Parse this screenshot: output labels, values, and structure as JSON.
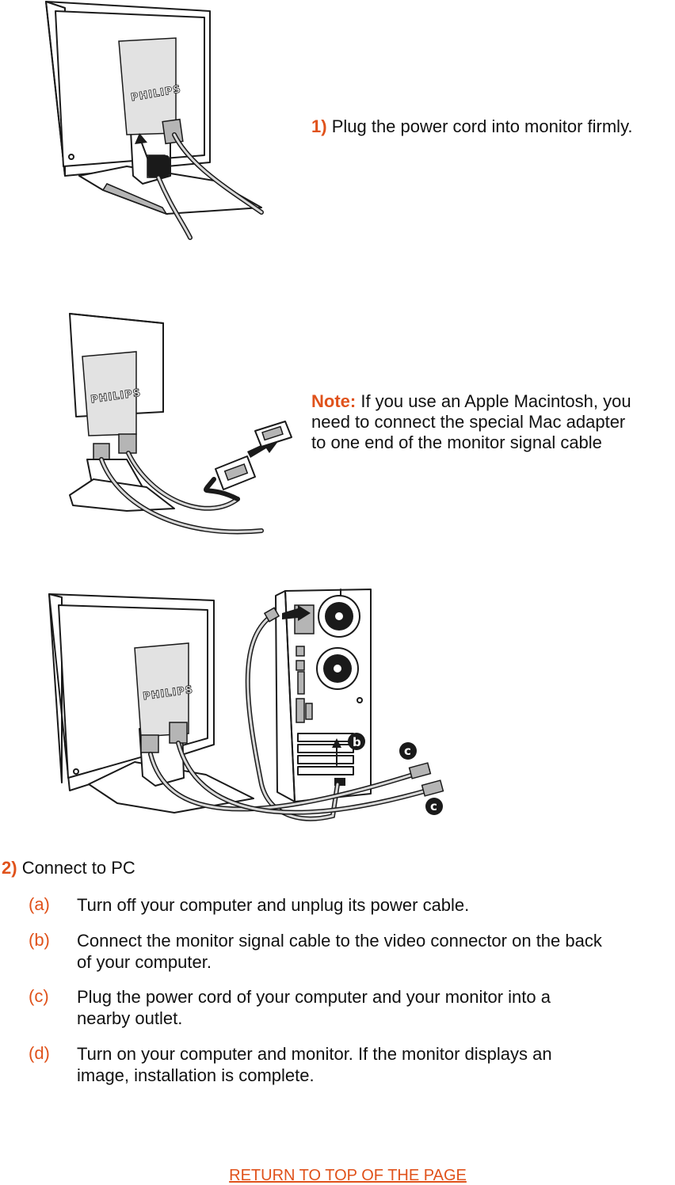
{
  "step1": {
    "number": "1)",
    "text": "Plug the power cord into monitor firmly.",
    "illustration_logo": "PHILIPS"
  },
  "note": {
    "label": "Note:",
    "text_line1": "If you use an Apple Macintosh, you",
    "text_line2": "need to connect the special Mac adapter",
    "text_line3": "to one end of the monitor signal cable",
    "illustration_logo": "PHILIPS"
  },
  "diagram3": {
    "illustration_logo": "PHILIPS",
    "callout_b": "b",
    "callout_c_top": "c",
    "callout_c_bottom": "c"
  },
  "step2": {
    "number": "2)",
    "title": "Connect to PC",
    "items": [
      {
        "label": "(a)",
        "line1": "Turn off your computer and unplug its power cable.",
        "line2": ""
      },
      {
        "label": "(b)",
        "line1": "Connect the monitor signal cable to the video connector on the back",
        "line2": "of your computer."
      },
      {
        "label": "(c)",
        "line1": "Plug the power cord of your computer and your monitor into a",
        "line2": "nearby outlet."
      },
      {
        "label": "(d)",
        "line1": "Turn on your computer and monitor. If the monitor displays an",
        "line2": "image, installation is complete."
      }
    ]
  },
  "footer": {
    "return_link": "RETURN TO TOP OF THE PAGE"
  },
  "colors": {
    "accent": "#e0521b",
    "text": "#111111"
  }
}
